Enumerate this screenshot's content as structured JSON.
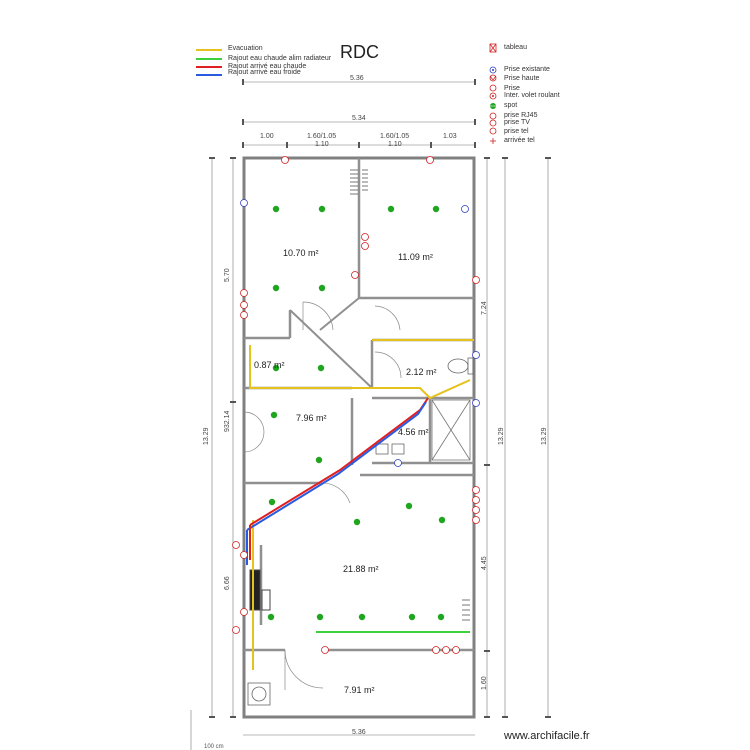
{
  "title": "RDC",
  "legend_left": [
    {
      "label": "Evacuation",
      "color": "#e6c21c"
    },
    {
      "label": "Rajout eau chaude  alim radiateur",
      "color": "#3cd03c"
    },
    {
      "label": "Rajout arrivé eau chaude",
      "color": "#e02020"
    },
    {
      "label": "Rajout arrivé eau froide",
      "color": "#2a5ae0"
    }
  ],
  "legend_right": [
    {
      "label": "tableau",
      "icon": "panel-icon"
    },
    {
      "label": "Prise existante",
      "icon": "existing-outlet-icon"
    },
    {
      "label": "Prise haute",
      "icon": "high-outlet-icon"
    },
    {
      "label": "Prise",
      "icon": "outlet-icon"
    },
    {
      "label": "Inter. volet roulant",
      "icon": "shutter-switch-icon"
    },
    {
      "label": "spot",
      "icon": "spot-icon"
    },
    {
      "label": "prise RJ45",
      "icon": "rj45-outlet-icon"
    },
    {
      "label": "prise TV",
      "icon": "tv-outlet-icon"
    },
    {
      "label": "prise tel",
      "icon": "phone-outlet-icon"
    },
    {
      "label": "arrivée tel",
      "icon": "phone-line-icon"
    }
  ],
  "dimensions": {
    "overall_top": "5.36",
    "inner_top": "5.34",
    "seg1": "1.00",
    "seg2": "1.60/1.05",
    "seg3": "1.60/1.05",
    "seg4": "1.03",
    "sub1": "1.10",
    "sub2": "1.10",
    "left_upper": "5.70",
    "left_total": "13.29",
    "left_mid": "932.14",
    "left_lower": "6.66",
    "right_upper": "7.24",
    "right_total": "13.29",
    "right_lower": "4.45",
    "right_bottom": "1.60",
    "far_right_total": "13.29",
    "bottom": "5.36",
    "scale": "100 cm"
  },
  "rooms": [
    {
      "area": "10.70 m²"
    },
    {
      "area": "11.09 m²"
    },
    {
      "area": "0.87 m²"
    },
    {
      "area": "2.12 m²"
    },
    {
      "area": "7.96 m²"
    },
    {
      "area": "4.56 m²"
    },
    {
      "area": "21.88 m²"
    },
    {
      "area": "7.91 m²"
    }
  ],
  "colors": {
    "wall": "#808080",
    "evacuation": "#e6c21c",
    "heating": "#3cd03c",
    "hot_water": "#e02020",
    "cold_water": "#2a5ae0",
    "spot": "#1fa51f",
    "outlet": "#d02020",
    "existing": "#3040c0"
  },
  "footer": "www.archifacile.fr"
}
